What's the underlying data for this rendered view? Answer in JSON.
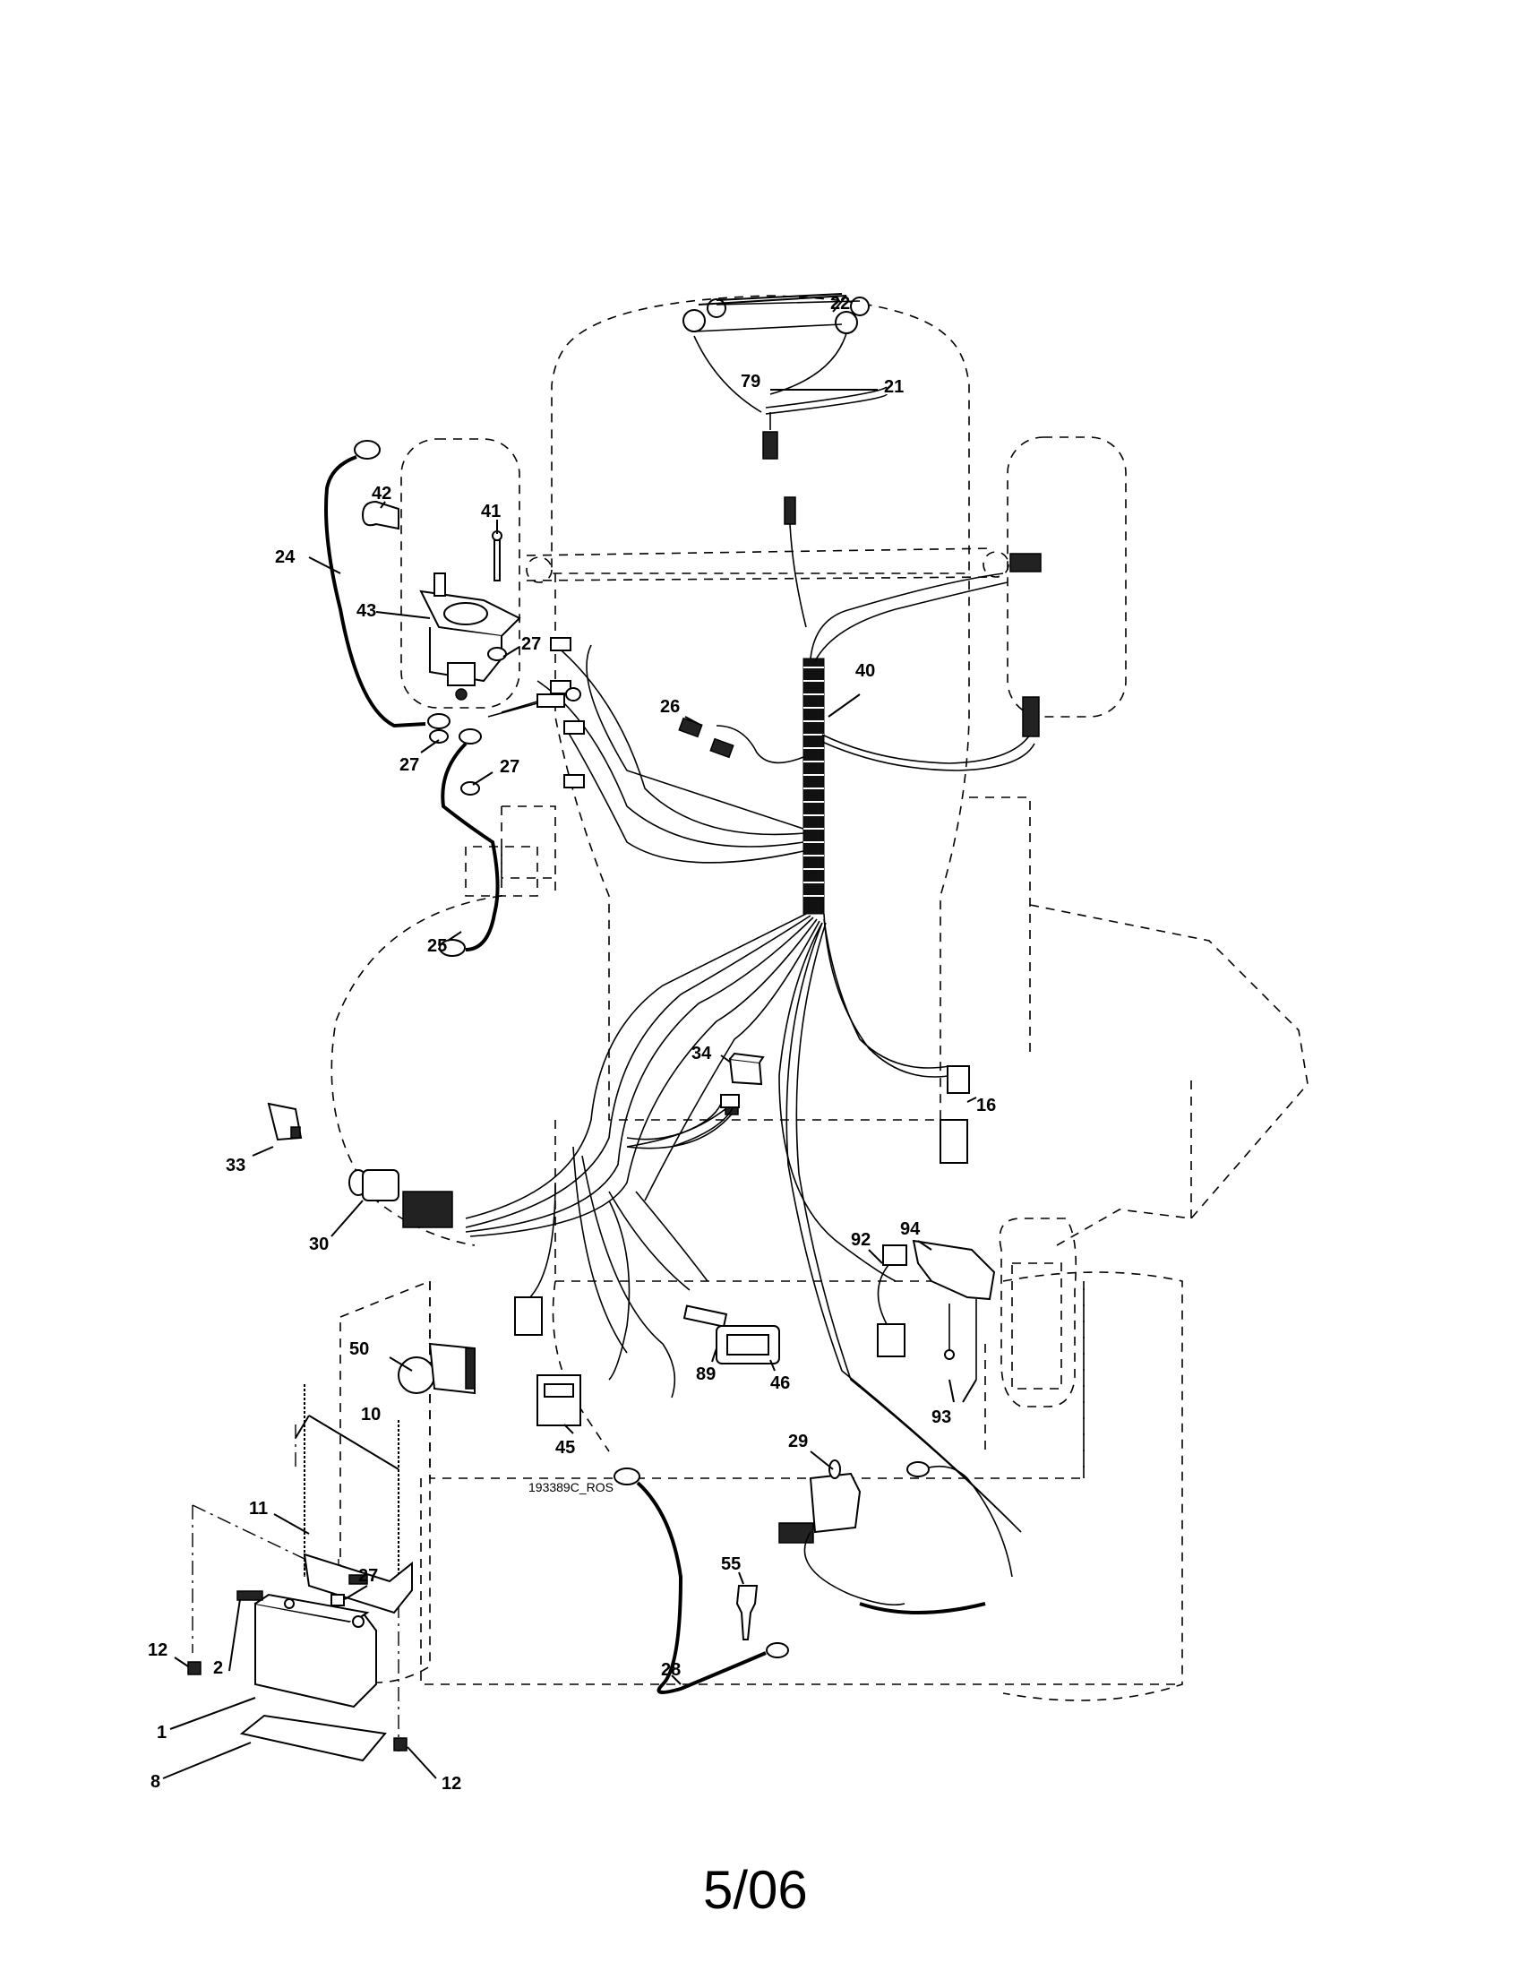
{
  "diagram": {
    "drawing_code": "193389C_ROS",
    "footer_date": "5/06",
    "part_labels": [
      {
        "id": "p22",
        "text": "22"
      },
      {
        "id": "p79",
        "text": "79"
      },
      {
        "id": "p21",
        "text": "21"
      },
      {
        "id": "p42",
        "text": "42"
      },
      {
        "id": "p41",
        "text": "41"
      },
      {
        "id": "p24",
        "text": "24"
      },
      {
        "id": "p43",
        "text": "43"
      },
      {
        "id": "p27a",
        "text": "27"
      },
      {
        "id": "p40",
        "text": "40"
      },
      {
        "id": "p26",
        "text": "26"
      },
      {
        "id": "p27b",
        "text": "27"
      },
      {
        "id": "p27c",
        "text": "27"
      },
      {
        "id": "p25",
        "text": "25"
      },
      {
        "id": "p34",
        "text": "34"
      },
      {
        "id": "p16",
        "text": "16"
      },
      {
        "id": "p33",
        "text": "33"
      },
      {
        "id": "p30",
        "text": "30"
      },
      {
        "id": "p92",
        "text": "92"
      },
      {
        "id": "p94",
        "text": "94"
      },
      {
        "id": "p50",
        "text": "50"
      },
      {
        "id": "p89",
        "text": "89"
      },
      {
        "id": "p46",
        "text": "46"
      },
      {
        "id": "p93",
        "text": "93"
      },
      {
        "id": "p10",
        "text": "10"
      },
      {
        "id": "p45",
        "text": "45"
      },
      {
        "id": "p29",
        "text": "29"
      },
      {
        "id": "p11",
        "text": "11"
      },
      {
        "id": "p27d",
        "text": "27"
      },
      {
        "id": "p55",
        "text": "55"
      },
      {
        "id": "p12a",
        "text": "12"
      },
      {
        "id": "p2",
        "text": "2"
      },
      {
        "id": "p28",
        "text": "28"
      },
      {
        "id": "p1",
        "text": "1"
      },
      {
        "id": "p8",
        "text": "8"
      },
      {
        "id": "p12b",
        "text": "12"
      }
    ]
  }
}
